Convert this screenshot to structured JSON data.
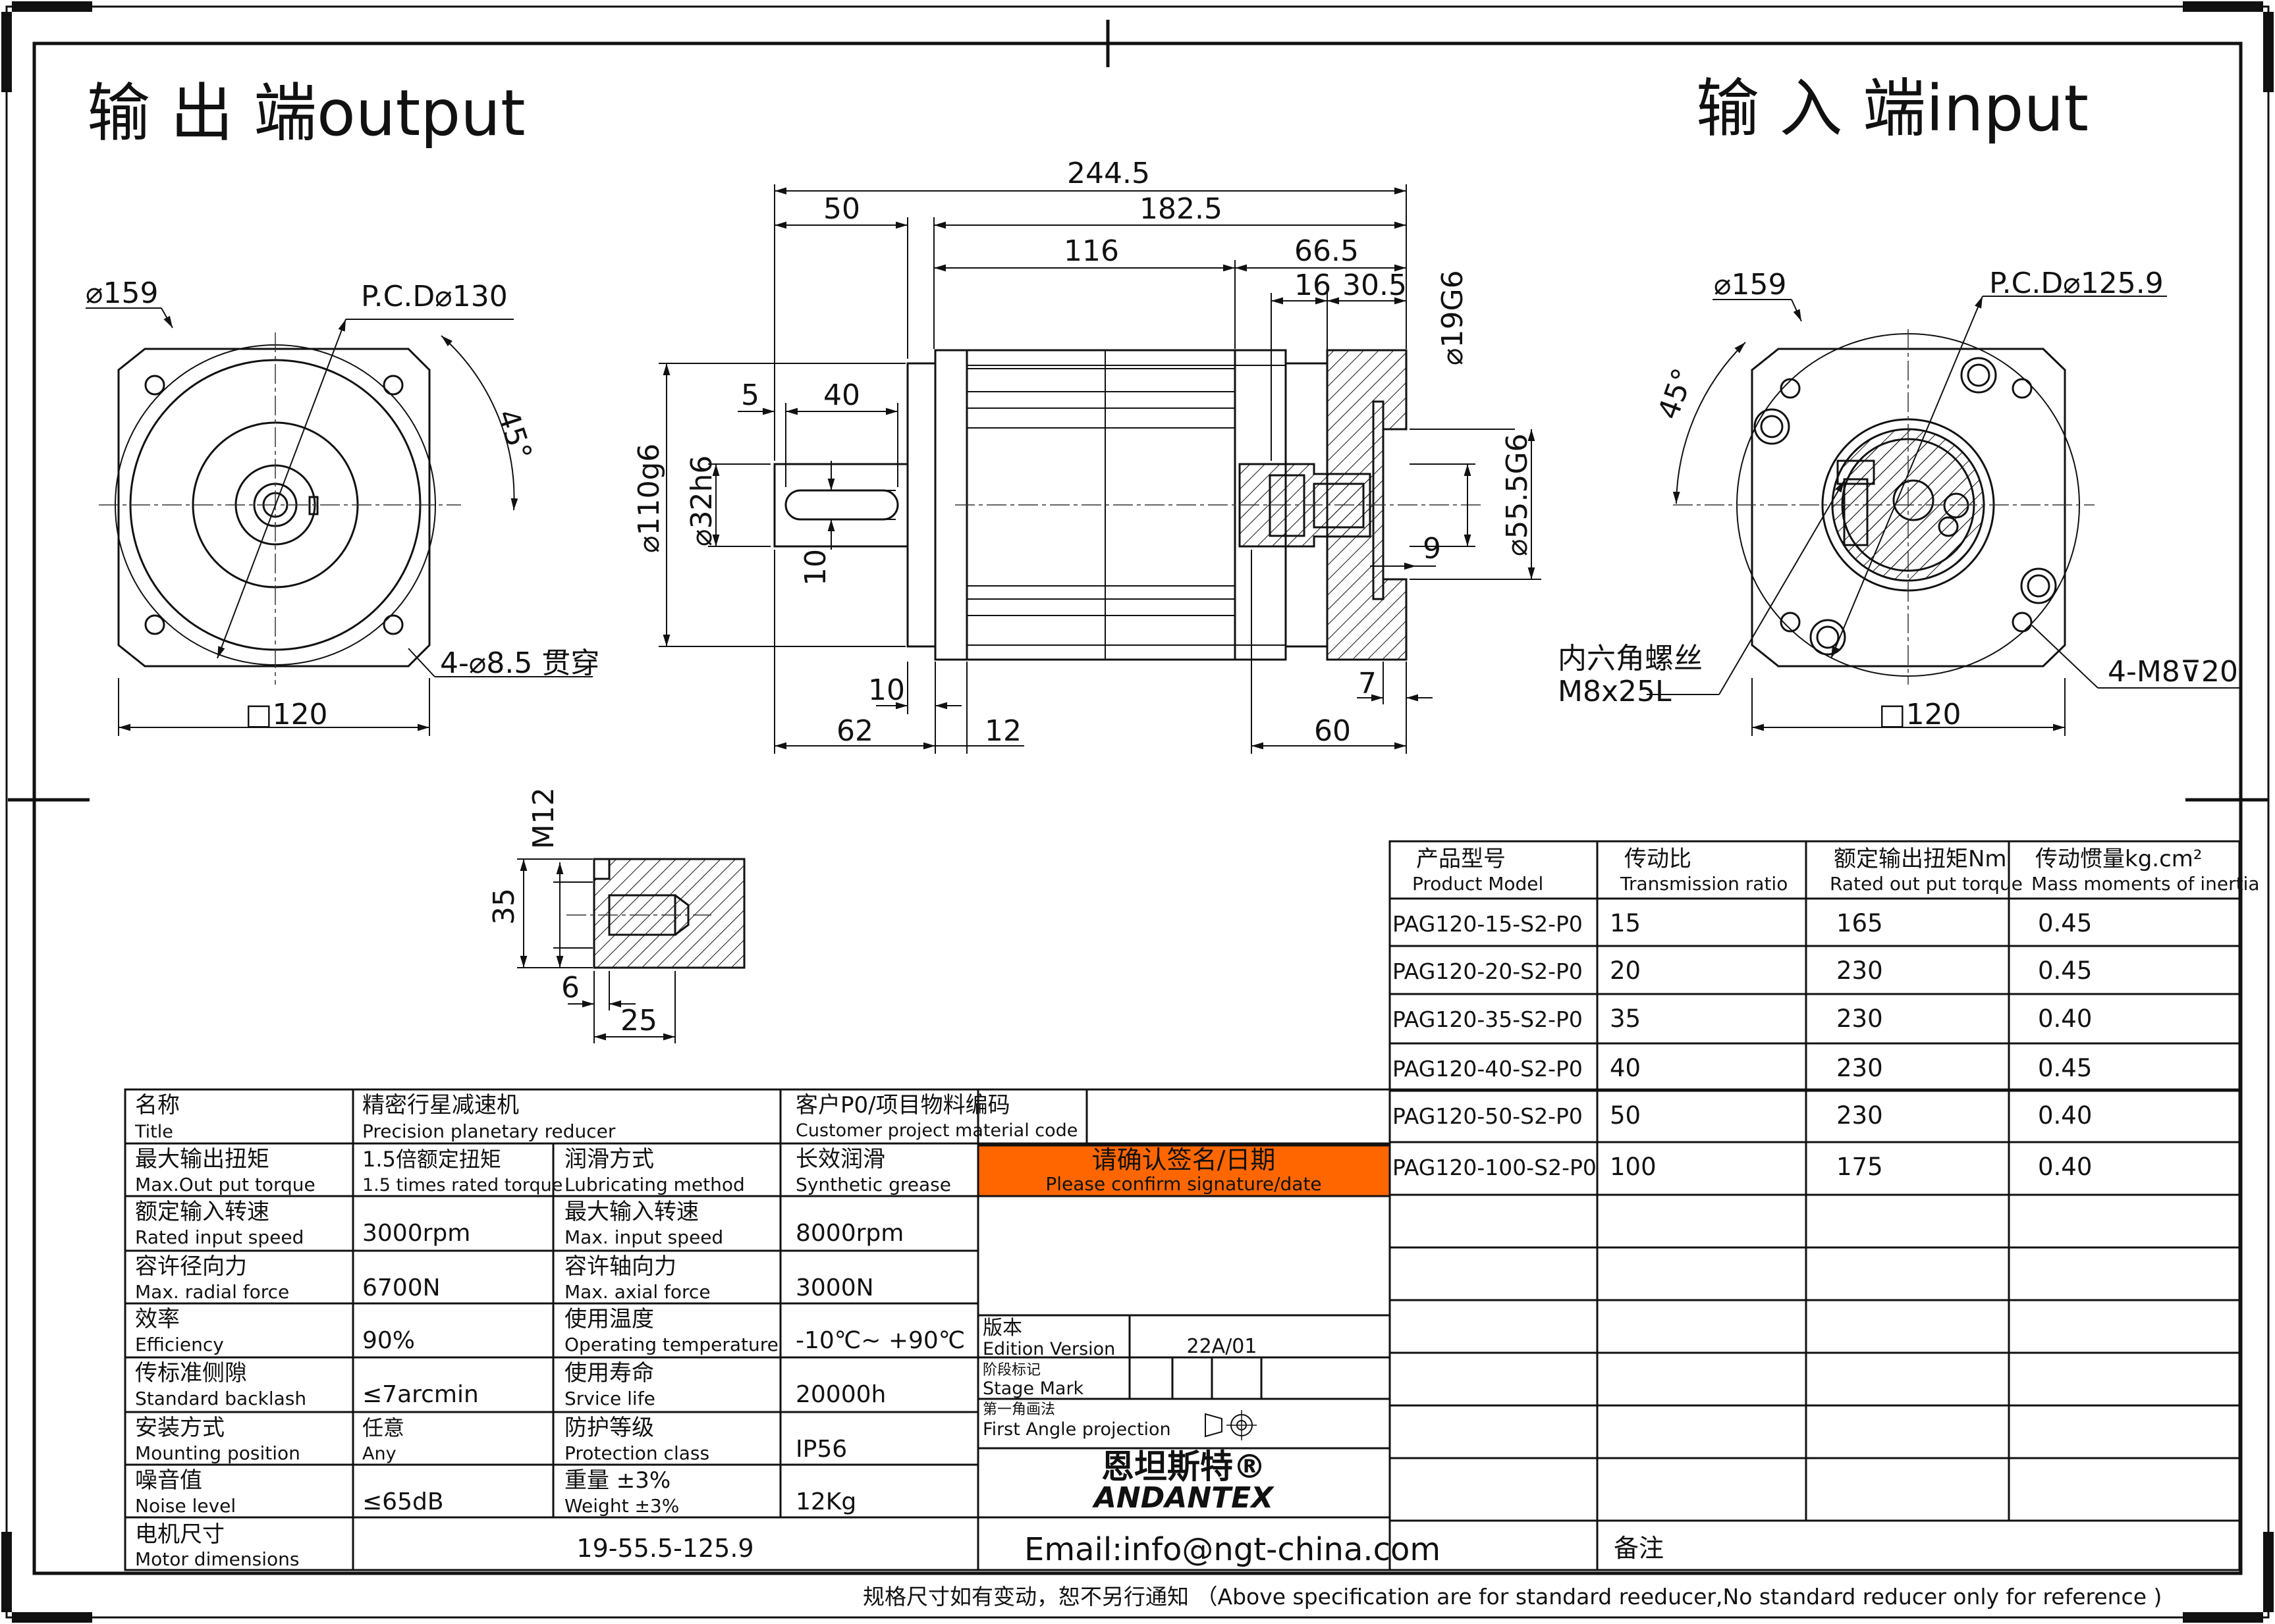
{
  "headers": {
    "output": "输 出 端output",
    "input": "输 入 端input"
  },
  "front_view": {
    "dia": "⌀159",
    "pcd": "P.C.D⌀130",
    "angle": "45°",
    "holes": "4-⌀8.5 贯穿",
    "square": "□120"
  },
  "side_view": {
    "total": "244.5",
    "shaft_len": "50",
    "body_len": "182.5",
    "d116": "116",
    "d66_5": "66.5",
    "d16": "16",
    "d30_5": "30.5",
    "key_offset": "5",
    "key_len": "40",
    "key_w": "10",
    "d10": "10",
    "d62": "62",
    "d12": "12",
    "d7": "7",
    "d9": "9",
    "d60": "60",
    "dia110": "⌀110g6",
    "dia32": "⌀32h6",
    "dia19": "⌀19G6",
    "dia55": "⌀55.5G6"
  },
  "input_view": {
    "dia": "⌀159",
    "pcd": "P.C.D⌀125.9",
    "angle": "45°",
    "screw_cn": "内六角螺丝",
    "screw_en": "M8x25L",
    "holes": "4-M8⊽20",
    "square": "□120"
  },
  "thread_detail": {
    "thread": "M12",
    "d35": "35",
    "d6": "6",
    "d25": "25"
  },
  "model_table": {
    "headers": [
      {
        "cn": "产品型号",
        "en": "Product Model"
      },
      {
        "cn": "传动比",
        "en": "Transmission ratio"
      },
      {
        "cn": "额定输出扭矩Nm",
        "en": "Rated out put torque"
      },
      {
        "cn": "传动惯量kg.cm²",
        "en": "Mass moments of inertia"
      }
    ],
    "rows": [
      {
        "model": "PAG120-15-S2-P0",
        "ratio": "15",
        "torque": "165",
        "inertia": "0.45"
      },
      {
        "model": "PAG120-20-S2-P0",
        "ratio": "20",
        "torque": "230",
        "inertia": "0.45"
      },
      {
        "model": "PAG120-35-S2-P0",
        "ratio": "35",
        "torque": "230",
        "inertia": "0.40"
      },
      {
        "model": "PAG120-40-S2-P0",
        "ratio": "40",
        "torque": "230",
        "inertia": "0.45"
      },
      {
        "model": "PAG120-50-S2-P0",
        "ratio": "50",
        "torque": "230",
        "inertia": "0.40"
      },
      {
        "model": "PAG120-100-S2-P0",
        "ratio": "100",
        "torque": "175",
        "inertia": "0.40"
      }
    ]
  },
  "spec_table": {
    "title_cn": "名称",
    "title_en": "Title",
    "product_cn": "精密行星减速机",
    "product_en": "Precision planetary reducer",
    "customer_cn": "客户P0/项目物料编码",
    "customer_en": "Customer project material code",
    "rows": [
      {
        "l1cn": "最大输出扭矩",
        "l1en": "Max.Out put torque",
        "v1cn": "1.5倍额定扭矩",
        "v1en": "1.5 times rated torque",
        "l2cn": "润滑方式",
        "l2en": "Lubricating method",
        "v2cn": "长效润滑",
        "v2en": "Synthetic grease"
      },
      {
        "l1cn": "额定输入转速",
        "l1en": "Rated input speed",
        "v1": "3000rpm",
        "l2cn": "最大输入转速",
        "l2en": "Max. input speed",
        "v2": "8000rpm"
      },
      {
        "l1cn": "容许径向力",
        "l1en": "Max. radial force",
        "v1": "6700N",
        "l2cn": "容许轴向力",
        "l2en": "Max. axial force",
        "v2": "3000N"
      },
      {
        "l1cn": "效率",
        "l1en": "Efficiency",
        "v1": "90%",
        "l2cn": "使用温度",
        "l2en": "Operating temperature",
        "v2": "-10℃~ +90℃"
      },
      {
        "l1cn": "传标准侧隙",
        "l1en": "Standard backlash",
        "v1": "≤7arcmin",
        "l2cn": "使用寿命",
        "l2en": "Srvice life",
        "v2": "20000h"
      },
      {
        "l1cn": "安装方式",
        "l1en": "Mounting position",
        "v1cn": "任意",
        "v1en": "Any",
        "l2cn": "防护等级",
        "l2en": "Protection class",
        "v2": "IP56"
      },
      {
        "l1cn": "噪音值",
        "l1en": "Noise level",
        "v1": "≤65dB",
        "l2cn": "重量 ±3%",
        "l2en": "Weight ±3%",
        "v2": "12Kg"
      }
    ],
    "motor_cn": "电机尺寸",
    "motor_en": "Motor dimensions",
    "motor_val": "19-55.5-125.9"
  },
  "confirm": {
    "cn": "请确认签名/日期",
    "en": "Please confirm signature/date",
    "color": "#ff6600"
  },
  "meta": {
    "edition_cn": "版本",
    "edition_en": "Edition Version",
    "edition_val": "22A/01",
    "stage_cn": "阶段标记",
    "stage_en": "Stage Mark",
    "proj_cn": "第一角画法",
    "proj_en": "First Angle projection"
  },
  "logo": {
    "cn": "恩坦斯特®",
    "en": "ANDANTEX",
    "color": "#22cc22"
  },
  "email": "Email:info@ngt-china.com",
  "remark": "备注",
  "footer": "规格尺寸如有变动，恕不另行通知 （Above specification are for standard reeducer,No standard reducer only for reference )"
}
